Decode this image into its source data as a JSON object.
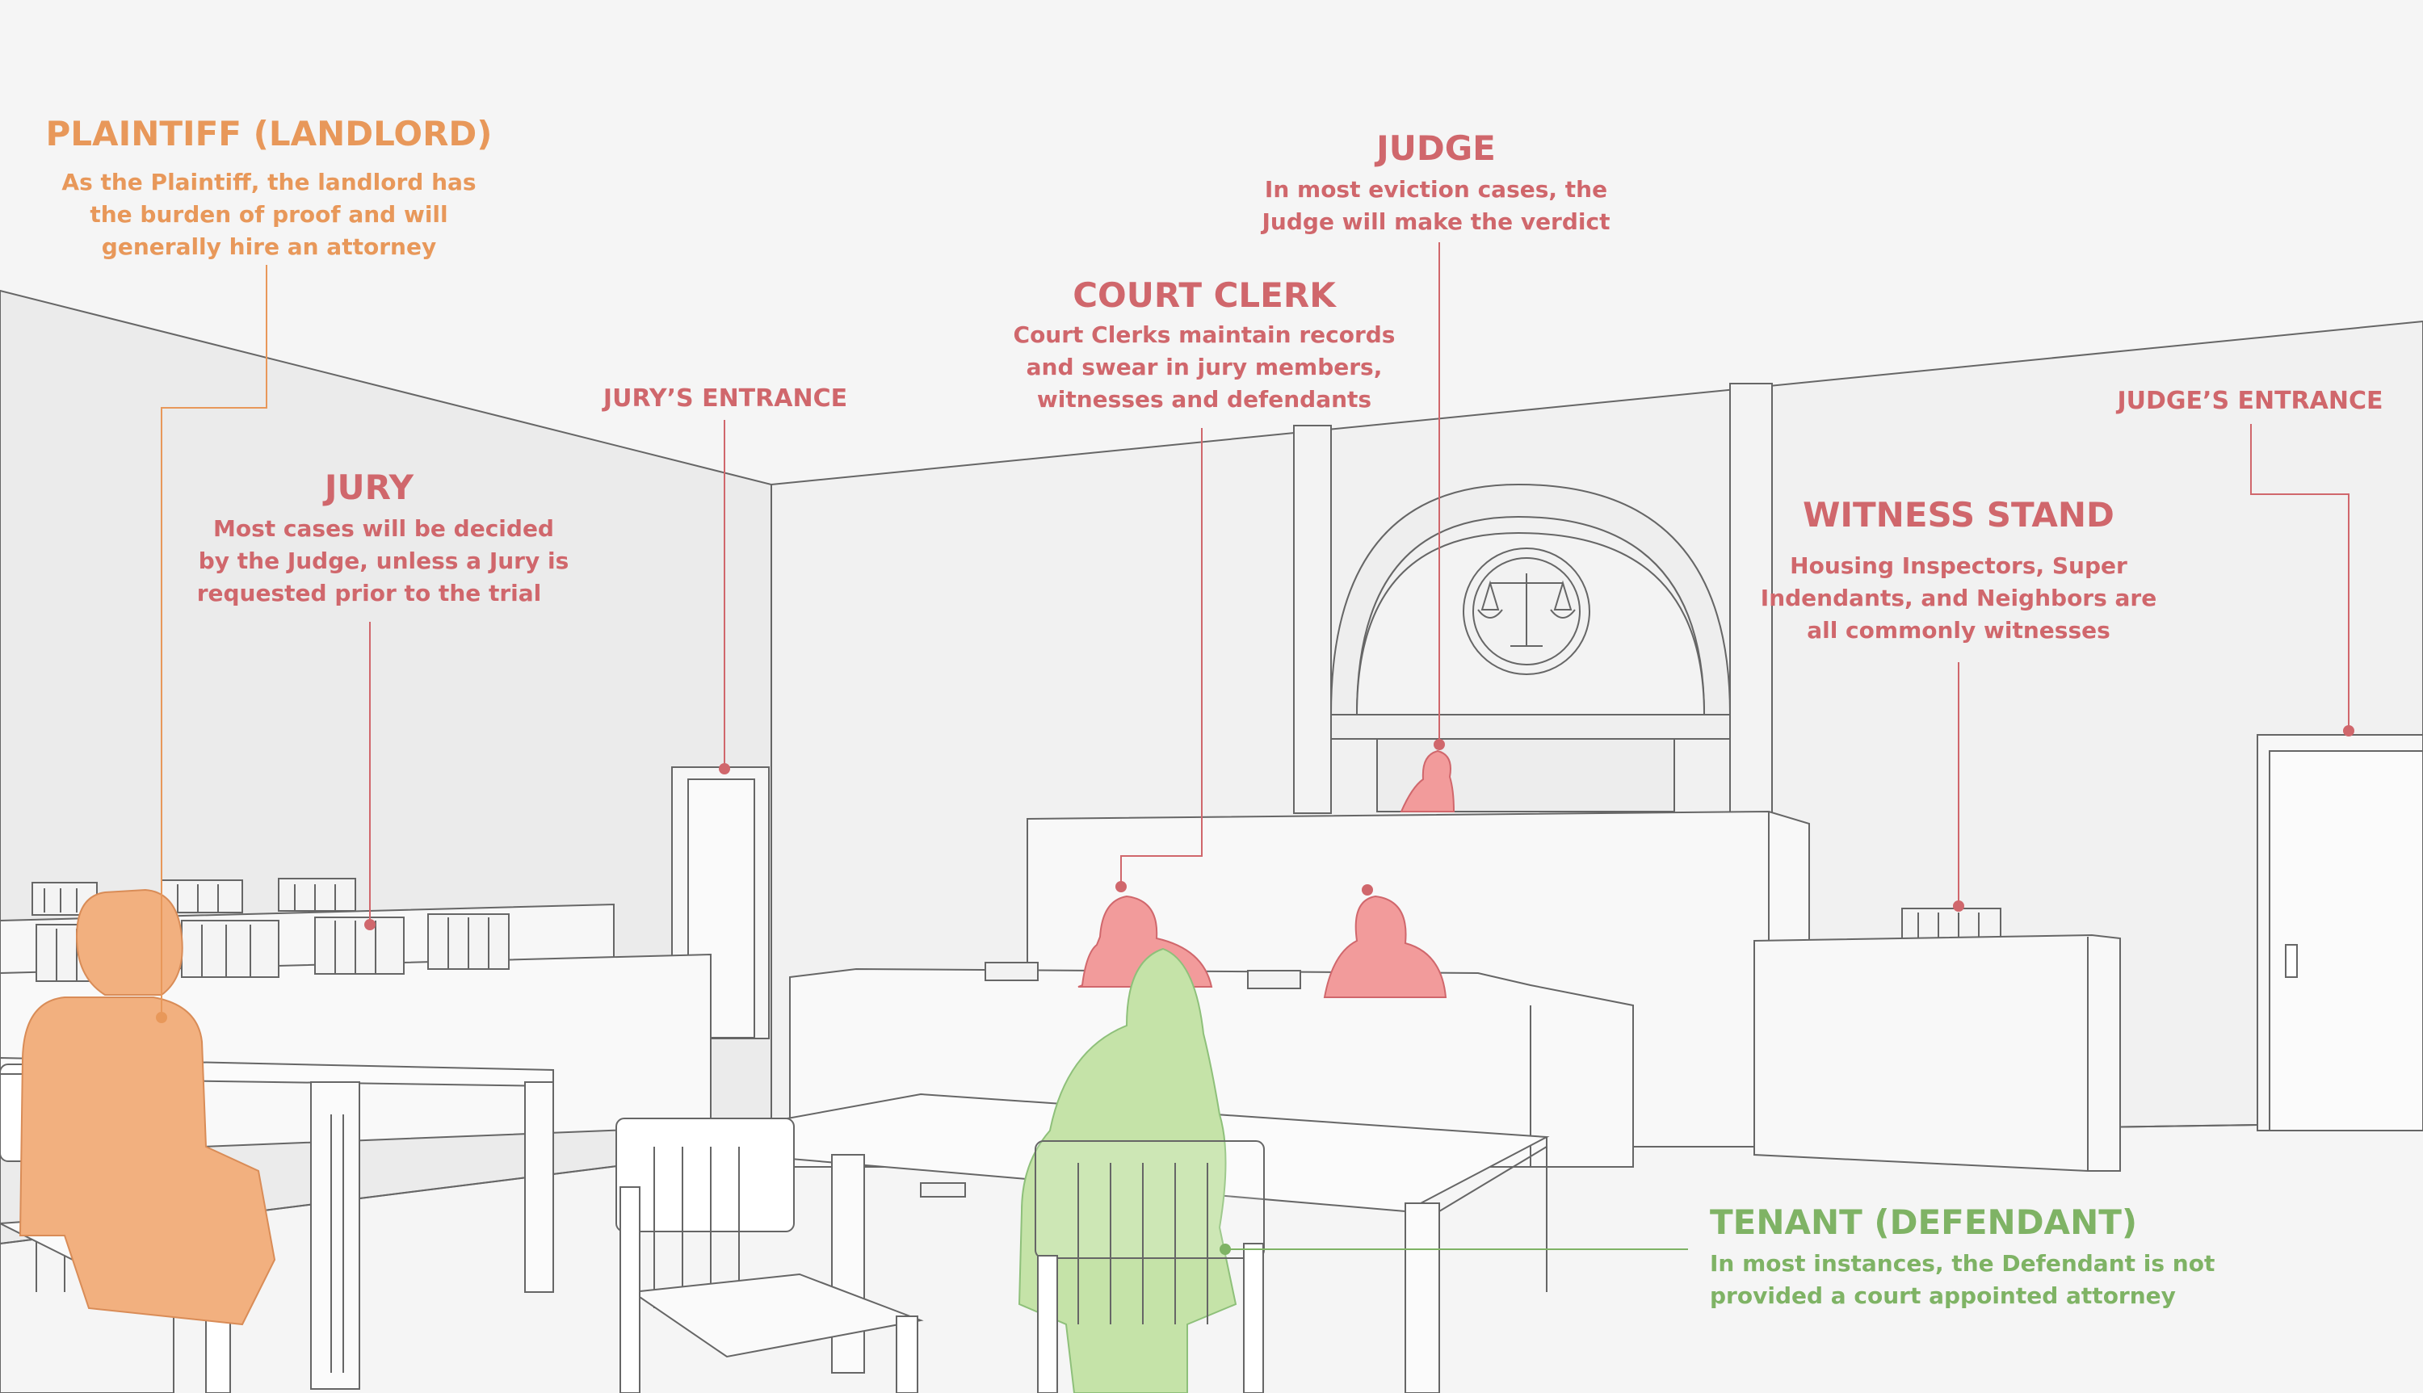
{
  "colors": {
    "plaintiff": "#e8985a",
    "plaintiff_fill": "#f2b07f",
    "red": "#d0676c",
    "red_fill": "#f29b9b",
    "green": "#7fb365",
    "green_fill": "#c5e3a8",
    "line": "#555555",
    "background": "#f5f5f5"
  },
  "labels": {
    "plaintiff": {
      "title": "PLAINTIFF (LANDLORD)",
      "lines": [
        "As the Plaintiff, the landlord has",
        "the burden of proof and will",
        "generally hire an attorney"
      ]
    },
    "jury": {
      "title": "JURY",
      "lines": [
        "Most cases will be decided",
        "by the Judge, unless a Jury is",
        "requested prior to the trial"
      ]
    },
    "jury_entrance": {
      "title": "JURY’S ENTRANCE"
    },
    "court_clerk": {
      "title": "COURT CLERK",
      "lines": [
        "Court Clerks maintain records",
        "and swear in jury members,",
        "witnesses and defendants"
      ]
    },
    "judge": {
      "title": "JUDGE",
      "lines": [
        "In most eviction cases, the",
        "Judge will make the verdict"
      ]
    },
    "witness_stand": {
      "title": "WITNESS STAND",
      "lines": [
        "Housing Inspectors, Super",
        "Indendants, and Neighbors are",
        "all commonly witnesses"
      ]
    },
    "judge_entrance": {
      "title": "JUDGE’S ENTRANCE"
    },
    "tenant": {
      "title": "TENANT (DEFENDANT)",
      "lines": [
        "In most instances, the Defendant is not",
        "provided a court appointed attorney"
      ]
    }
  }
}
